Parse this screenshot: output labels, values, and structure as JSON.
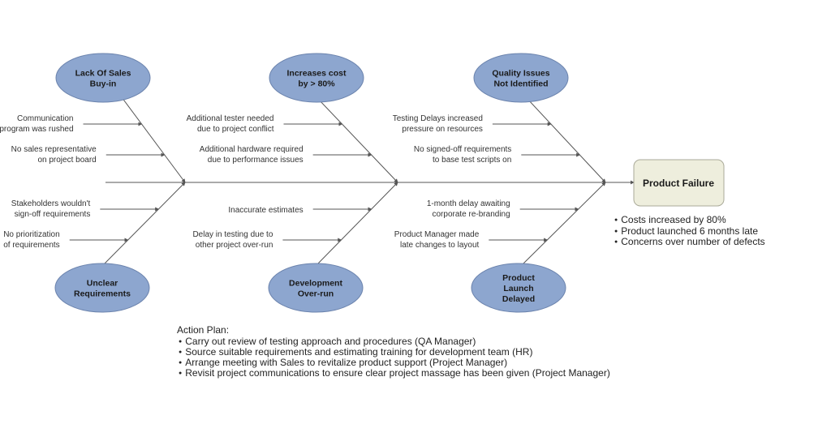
{
  "effect": "Product Failure",
  "categories": {
    "top_1": [
      "Lack Of Sales",
      "Buy-in"
    ],
    "top_2": [
      "Increases cost",
      "by > 80%"
    ],
    "top_3": [
      "Quality Issues",
      "Not Identified"
    ],
    "bottom_1": [
      "Unclear",
      "Requirements"
    ],
    "bottom_2": [
      "Development",
      "Over-run"
    ],
    "bottom_3": [
      "Product",
      "Launch",
      "Delayed"
    ]
  },
  "causes": {
    "top_1": [
      [
        "Communication",
        "program was rushed"
      ],
      [
        "No sales representative",
        "on project board"
      ]
    ],
    "top_2": [
      [
        "Additional tester needed",
        "due to project conflict"
      ],
      [
        "Additional hardware required",
        "due to performance issues"
      ]
    ],
    "top_3": [
      [
        "Testing Delays increased",
        "pressure on resources"
      ],
      [
        "No signed-off requirements",
        "to base test scripts on"
      ]
    ],
    "bottom_1": [
      [
        "Stakeholders wouldn't",
        "sign-off requirements"
      ],
      [
        "No prioritization",
        "of requirements"
      ]
    ],
    "bottom_2": [
      [
        "Inaccurate estimates"
      ],
      [
        "Delay in testing due to",
        "other project over-run"
      ]
    ],
    "bottom_3": [
      [
        "1-month delay awaiting",
        "corporate re-branding"
      ],
      [
        "Product Manager made",
        "late changes to layout"
      ]
    ]
  },
  "effect_notes": [
    "Costs increased by 80%",
    "Product launched 6 months late",
    "Concerns over number of defects"
  ],
  "action_plan": {
    "title": "Action Plan:",
    "items": [
      "Carry out review of testing approach and procedures (QA Manager)",
      "Source suitable requirements and estimating training for development team (HR)",
      "Arrange meeting with Sales to revitalize product support (Project Manager)",
      "Revisit project communications to ensure clear project massage has been given (Project Manager)"
    ]
  },
  "colors": {
    "ellipse_fill": "#8da6cf",
    "ellipse_stroke": "#6b83ad",
    "effect_fill": "#eeeedd",
    "effect_stroke": "#aaaa99",
    "line": "#555555"
  }
}
